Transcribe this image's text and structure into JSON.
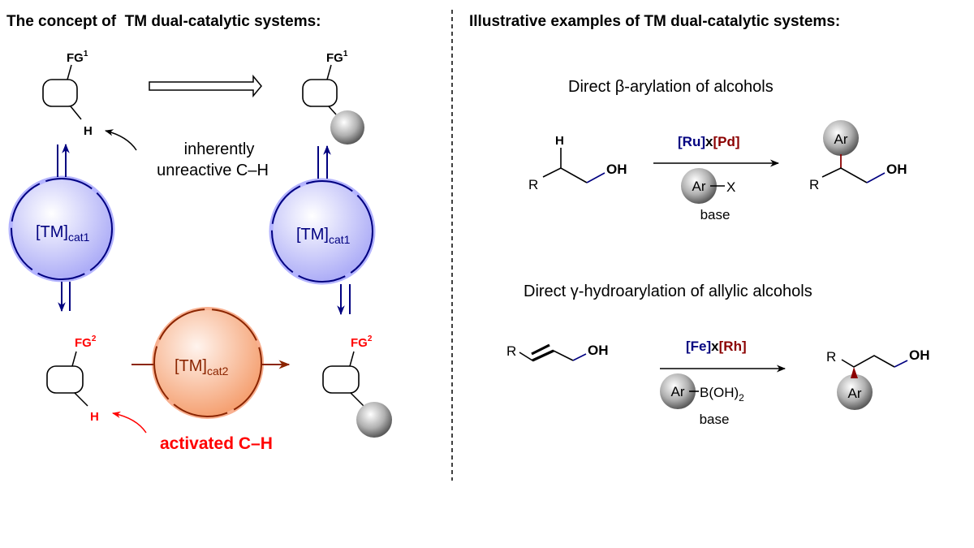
{
  "left_panel": {
    "title": "The concept of  TM dual-catalytic systems:",
    "fg1": "FG",
    "fg1_sup": "1",
    "fg2": "FG",
    "fg2_sup": "2",
    "h_label": "H",
    "unreactive_line1": "inherently",
    "unreactive_line2": "unreactive C–H",
    "activated": "activated C–H",
    "cat1": "[TM]",
    "cat1_sub": "cat1",
    "cat2": "[TM]",
    "cat2_sub": "cat2"
  },
  "right_panel": {
    "title": "Illustrative examples of TM dual-catalytic systems:",
    "reaction1": {
      "heading": "Direct β-arylation of alcohols",
      "h": "H",
      "r": "R",
      "oh": "OH",
      "cat_a": "[Ru]",
      "cat_x": "x",
      "cat_b": "[Pd]",
      "ar": "Ar",
      "reagent_tail": "X",
      "base": "base"
    },
    "reaction2": {
      "heading": "Direct γ-hydroarylation of allylic alcohols",
      "r": "R",
      "oh": "OH",
      "cat_a": "[Fe]",
      "cat_x": "x",
      "cat_b": "[Rh]",
      "ar": "Ar",
      "reagent_tail": "B(OH)",
      "reagent_sub": "2",
      "base": "base"
    }
  },
  "colors": {
    "blue": "#000080",
    "darkred": "#8b0000",
    "red": "#ff0000",
    "brown": "#8b2500"
  }
}
